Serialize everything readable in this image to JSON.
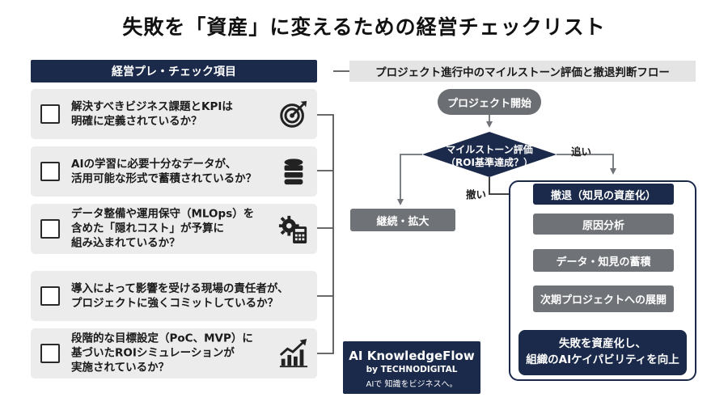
{
  "title": "失敗を「資産」に変えるための経営チェックリスト",
  "checklist": {
    "header": "経営プレ・チェック項目",
    "items": [
      {
        "lines": [
          "解決すべきビジネス課題とKPIは",
          "明確に定義されているか？"
        ],
        "icon": "target-icon"
      },
      {
        "lines": [
          "AIの学習に必要十分なデータが、",
          "活用可能な形式で蓄積されているか？"
        ],
        "icon": "database-icon"
      },
      {
        "lines": [
          "データ整備や運用保守（MLOps）を",
          "含めた「隠れコスト」が予算に",
          "組み込まれているか？"
        ],
        "icon": "gear-calculator-icon"
      },
      {
        "lines": [
          "導入によって影響を受ける現場の責任者が、",
          "プロジェクトに強くコミットしているか？"
        ],
        "icon": ""
      },
      {
        "lines": [
          "段階的な目標設定（PoC、MVP）に",
          "基づいたROIシミュレーションが",
          "実施されているか？"
        ],
        "icon": "growth-chart-icon"
      }
    ]
  },
  "flow": {
    "header": "プロジェクト進行中のマイルストーン評価と撤退判断フロー",
    "start": "プロジェクト開始",
    "decision_line1": "マイルストーン評価",
    "decision_line2": "（ROI基準達成？）",
    "yes_label": "追い",
    "no_label": "撤い",
    "continue": "継続・拡大",
    "withdraw": "撤退（知見の資産化）",
    "step1": "原因分析",
    "step2": "データ・知見の蓄積",
    "step3": "次期プロジェクトへの展開",
    "result_line1": "失敗を資産化し、",
    "result_line2": "組織のAIケイパビリティを向上"
  },
  "brand": {
    "title": "AI KnowledgeFlow",
    "subtitle": "by TECHNODIGITAL",
    "tagline": "AIで 知識をビジネスへ。"
  },
  "colors": {
    "navy": "#1b2a4a",
    "grey": "#6f7276",
    "light_grey": "#ececec"
  }
}
